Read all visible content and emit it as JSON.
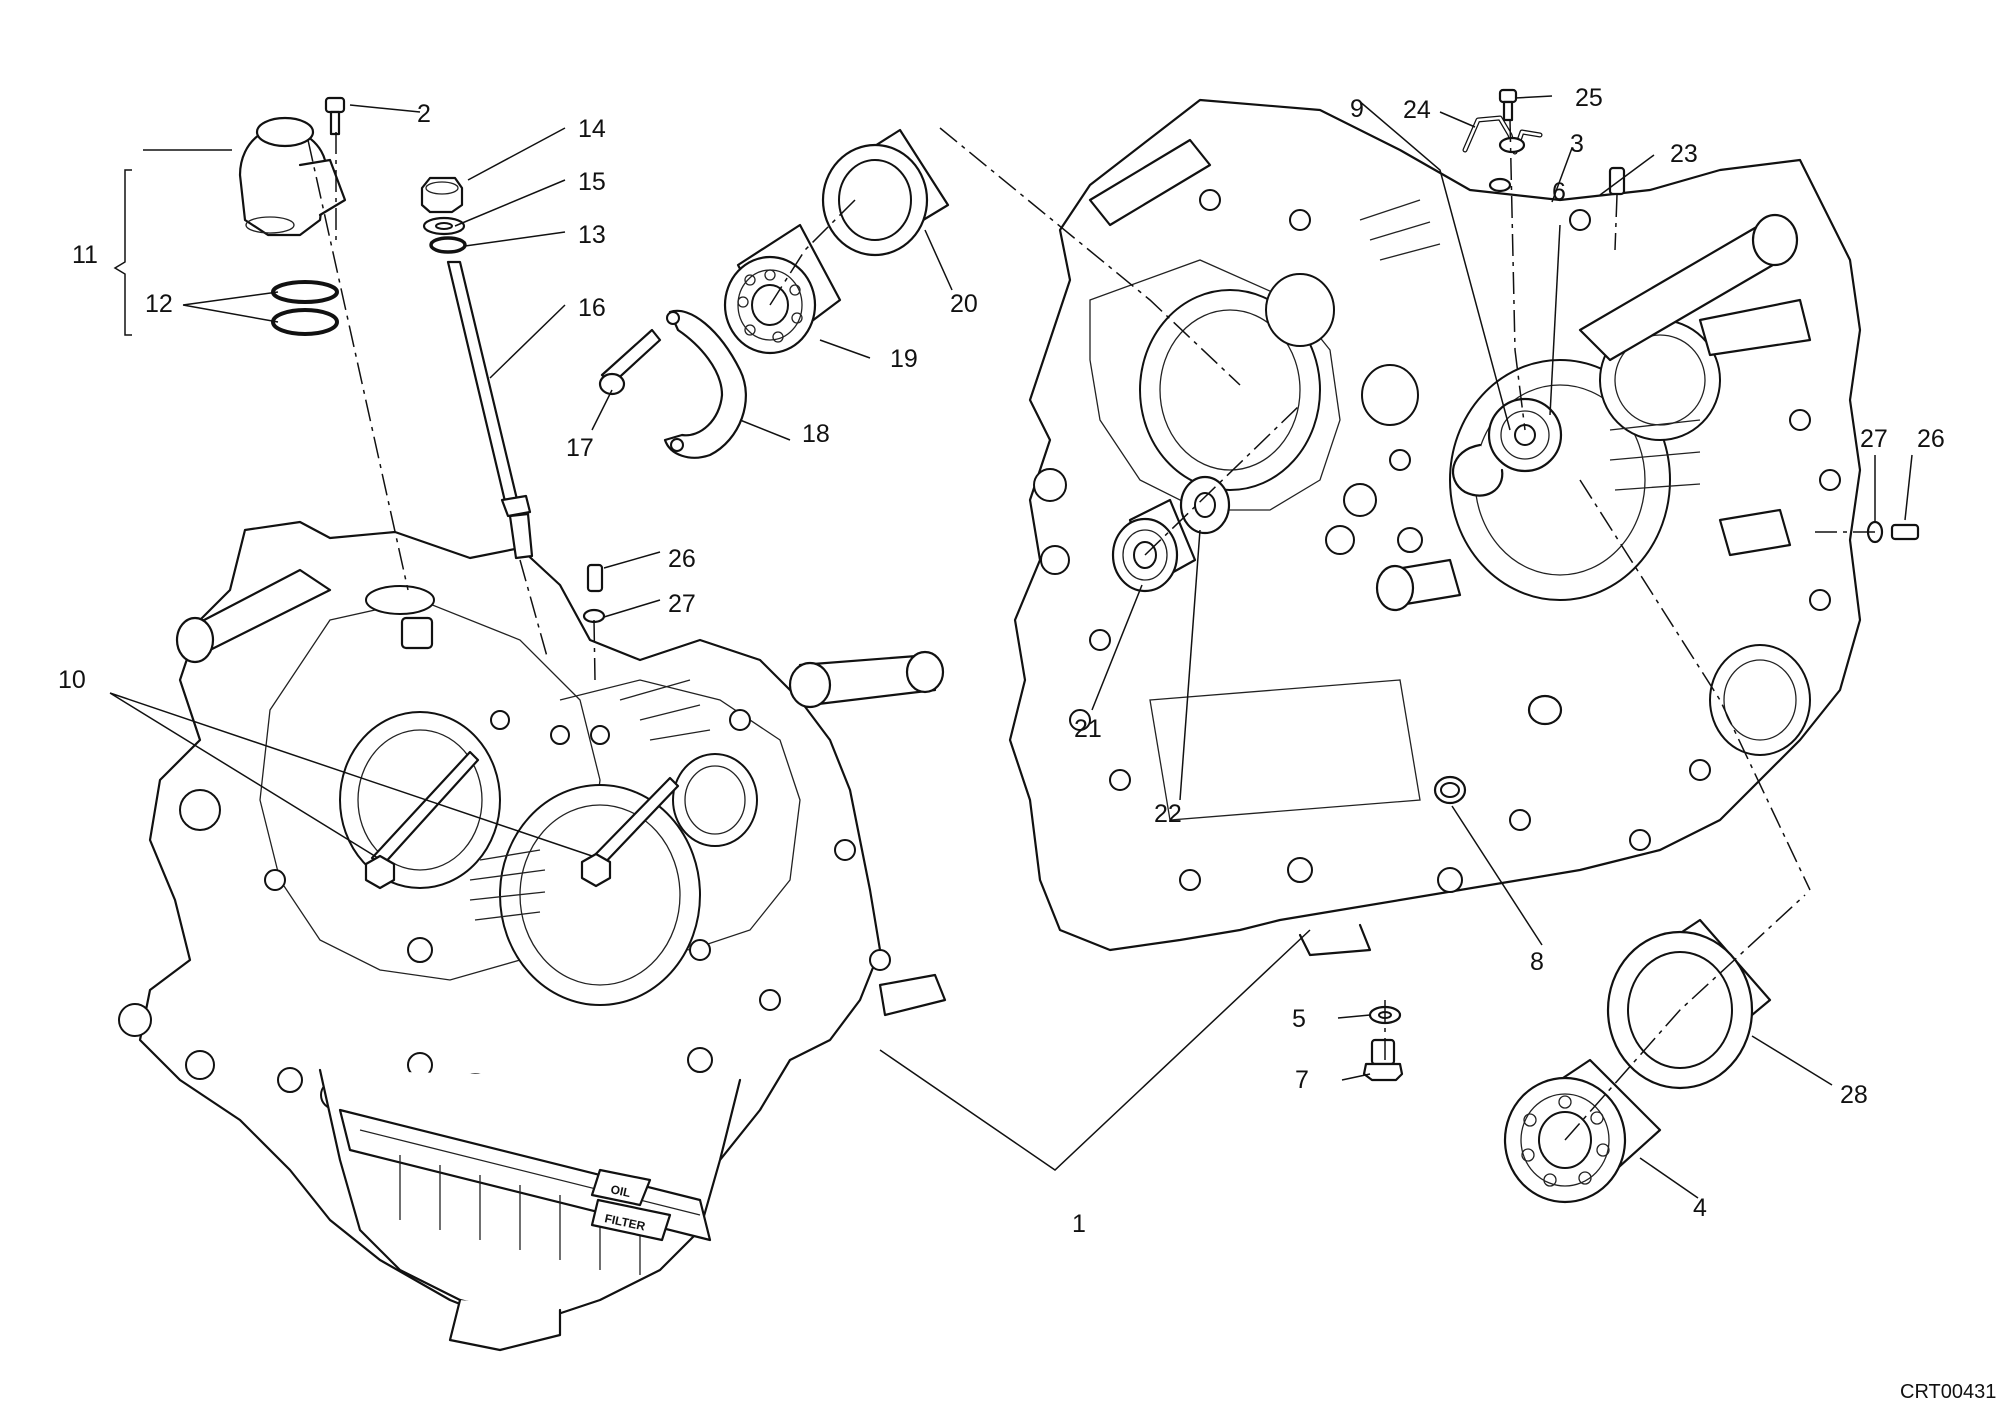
{
  "diagram": {
    "drawing_code": "CRT00431",
    "casting_text": [
      "OIL",
      "FILTER"
    ],
    "callouts": [
      {
        "id": "c1",
        "label": "1"
      },
      {
        "id": "c2",
        "label": "2"
      },
      {
        "id": "c3",
        "label": "3"
      },
      {
        "id": "c4",
        "label": "4"
      },
      {
        "id": "c5",
        "label": "5"
      },
      {
        "id": "c6",
        "label": "6"
      },
      {
        "id": "c7",
        "label": "7"
      },
      {
        "id": "c8",
        "label": "8"
      },
      {
        "id": "c9",
        "label": "9"
      },
      {
        "id": "c10",
        "label": "10"
      },
      {
        "id": "c11",
        "label": "11"
      },
      {
        "id": "c12",
        "label": "12"
      },
      {
        "id": "c13",
        "label": "13"
      },
      {
        "id": "c14",
        "label": "14"
      },
      {
        "id": "c15",
        "label": "15"
      },
      {
        "id": "c16",
        "label": "16"
      },
      {
        "id": "c17",
        "label": "17"
      },
      {
        "id": "c18",
        "label": "18"
      },
      {
        "id": "c19",
        "label": "19"
      },
      {
        "id": "c20",
        "label": "20"
      },
      {
        "id": "c21",
        "label": "21"
      },
      {
        "id": "c22",
        "label": "22"
      },
      {
        "id": "c23",
        "label": "23"
      },
      {
        "id": "c24",
        "label": "24"
      },
      {
        "id": "c25",
        "label": "25"
      },
      {
        "id": "c26a",
        "label": "26"
      },
      {
        "id": "c27a",
        "label": "27"
      },
      {
        "id": "c26b",
        "label": "26"
      },
      {
        "id": "c27b",
        "label": "27"
      },
      {
        "id": "c28",
        "label": "28"
      }
    ]
  }
}
